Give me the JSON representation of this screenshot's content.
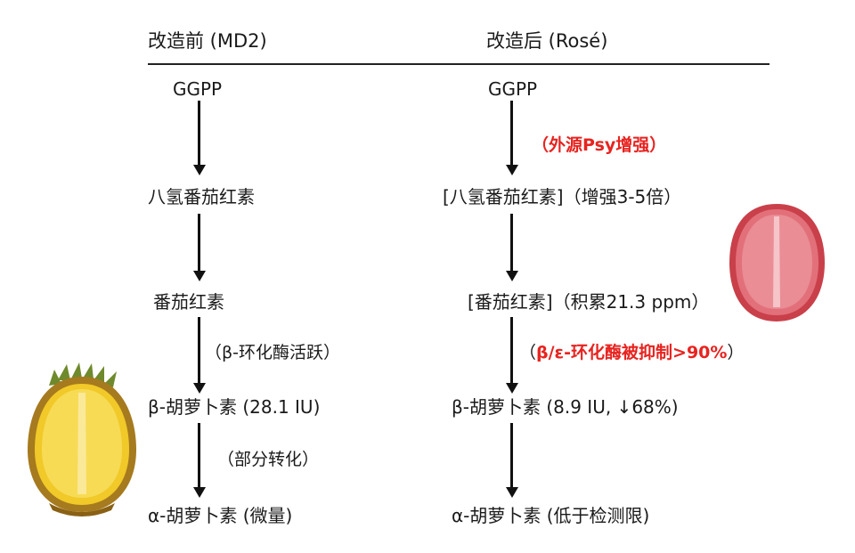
{
  "headers": {
    "left": "改造前 (MD2)",
    "right": "改造后 (Rosé)"
  },
  "left": {
    "ggpp": "GGPP",
    "phytoene": "八氢番茄红素",
    "lycopene": "番茄红素",
    "step_cyclase": "（β-环化酶活跃）",
    "beta_carotene": "β-胡萝卜素 (28.1 IU)",
    "step_partial": "（部分转化）",
    "alpha_carotene": "α-胡萝卜素 (微量)"
  },
  "right": {
    "ggpp": "GGPP",
    "step_psy": "（外源Psy增强）",
    "phytoene": "[八氢番茄红素]（增强3-5倍）",
    "lycopene": "[番茄红素]（积累21.3 ppm）",
    "step_open": "（",
    "step_inhibit": "β/ε-环化酶被抑制>90%",
    "step_close": "）",
    "beta_carotene": "β-胡萝卜素 (8.9 IU, ↓68%)",
    "alpha_carotene": "α-胡萝卜素 (低于检测限)"
  },
  "images": {
    "yellow_pineapple": "yellow-pineapple-half",
    "pink_pineapple": "pink-pineapple-half"
  },
  "colors": {
    "highlight": "#e8231f",
    "yellow_flesh": "#f1c928",
    "pink_flesh": "#e2707a"
  }
}
